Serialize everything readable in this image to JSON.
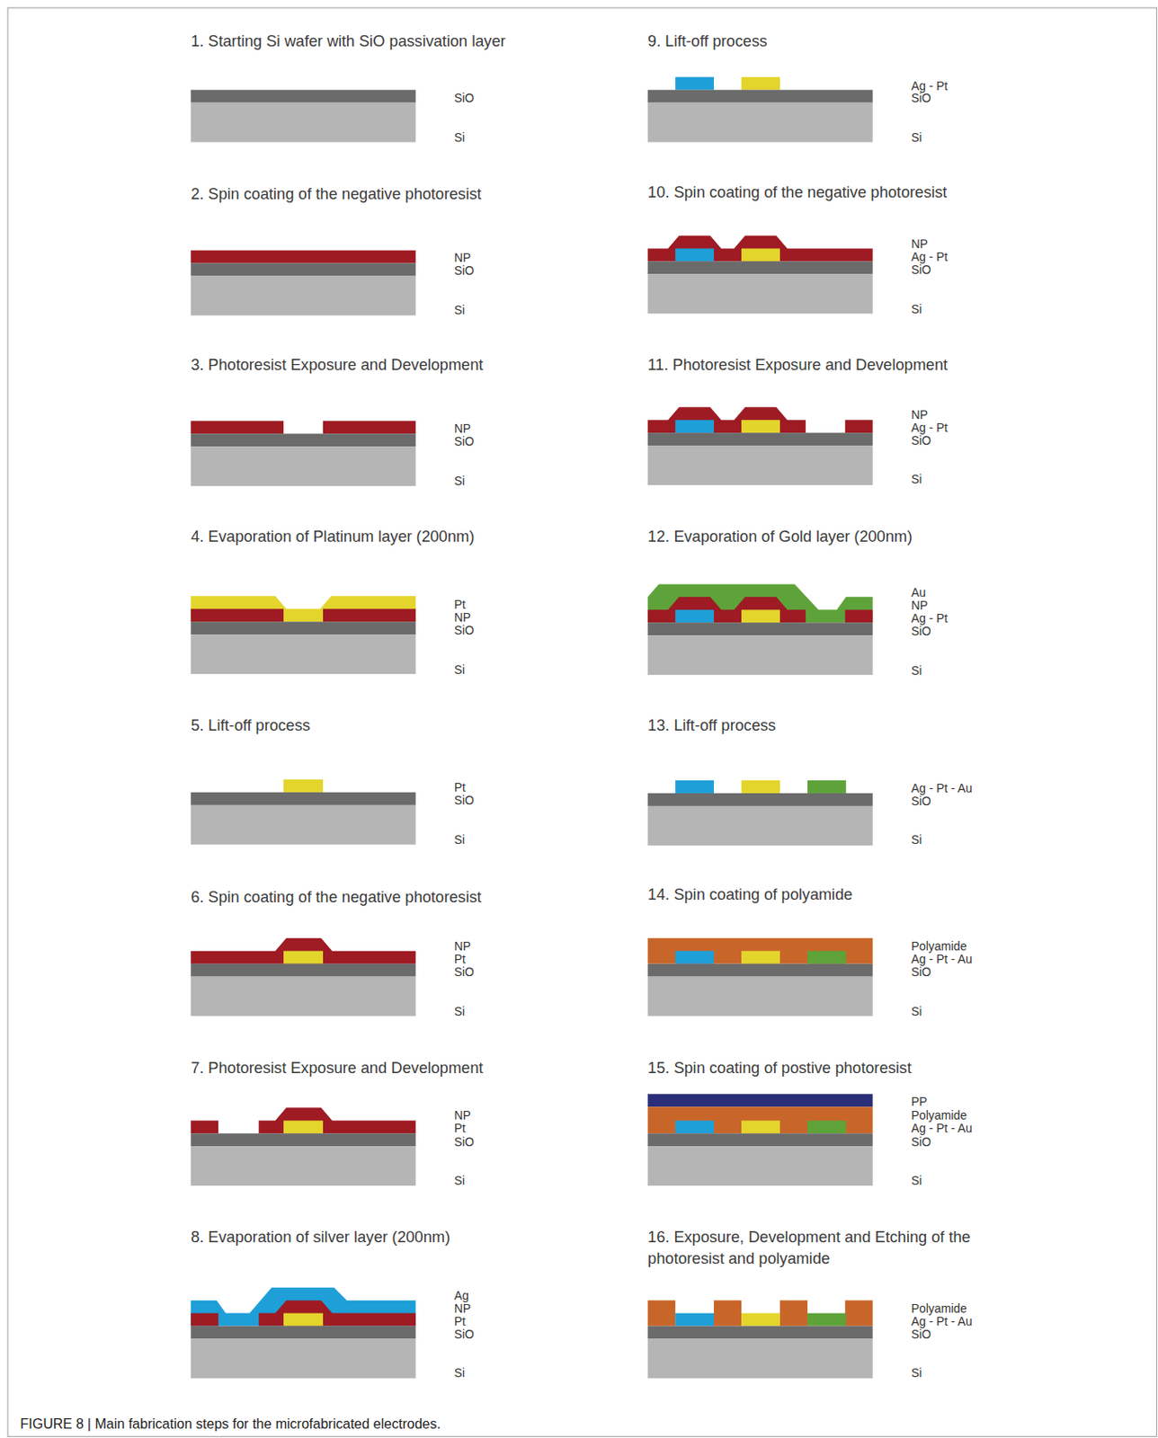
{
  "diagram": {
    "caption": "FIGURE 8 | Main fabrication steps for the microfabricated electrodes.",
    "labels": [
      "1. Starting Si wafer with SiO passivation layer",
      "SiO",
      "Si",
      "2. Spin coating of the negative photoresist",
      "NP",
      "SiO",
      "Si",
      "3. Photoresist Exposure and Development",
      "NP",
      "SiO",
      "Si",
      "4. Evaporation of Platinum layer (200nm)",
      "Pt",
      "NP",
      "SiO",
      "Si",
      "5. Lift-off process",
      "Pt",
      "SiO",
      "Si",
      "6. Spin coating of the negative photoresist",
      "NP",
      "Pt",
      "SiO",
      "Si",
      "7. Photoresist Exposure and Development",
      "NP",
      "Pt",
      "SiO",
      "Si",
      "8. Evaporation of silver layer (200nm)",
      "Ag",
      "NP",
      "Pt",
      "SiO",
      "Si",
      "9. Lift-off process",
      "Ag - Pt",
      "SiO",
      "Si",
      "10. Spin coating of the negative photoresist",
      "NP",
      "Ag - Pt",
      "SiO",
      "Si",
      "11. Photoresist Exposure and Development",
      "NP",
      "Ag - Pt",
      "SiO",
      "Si",
      "12. Evaporation of Gold layer (200nm)",
      "Au",
      "NP",
      "Ag - Pt",
      "SiO",
      "Si",
      "13. Lift-off process",
      "Ag - Pt - Au",
      "SiO",
      "Si",
      "14. Spin coating of polyamide",
      "Polyamide",
      "Ag - Pt - Au",
      "SiO",
      "Si",
      "15. Spin coating of postive photoresist",
      "PP",
      "Polyamide",
      "Ag - Pt - Au",
      "SiO",
      "Si",
      "16. Exposure, Development and Etching of the photoresist and polyamide",
      "Polyamide",
      "Ag - Pt - Au",
      "SiO",
      "Si"
    ]
  }
}
